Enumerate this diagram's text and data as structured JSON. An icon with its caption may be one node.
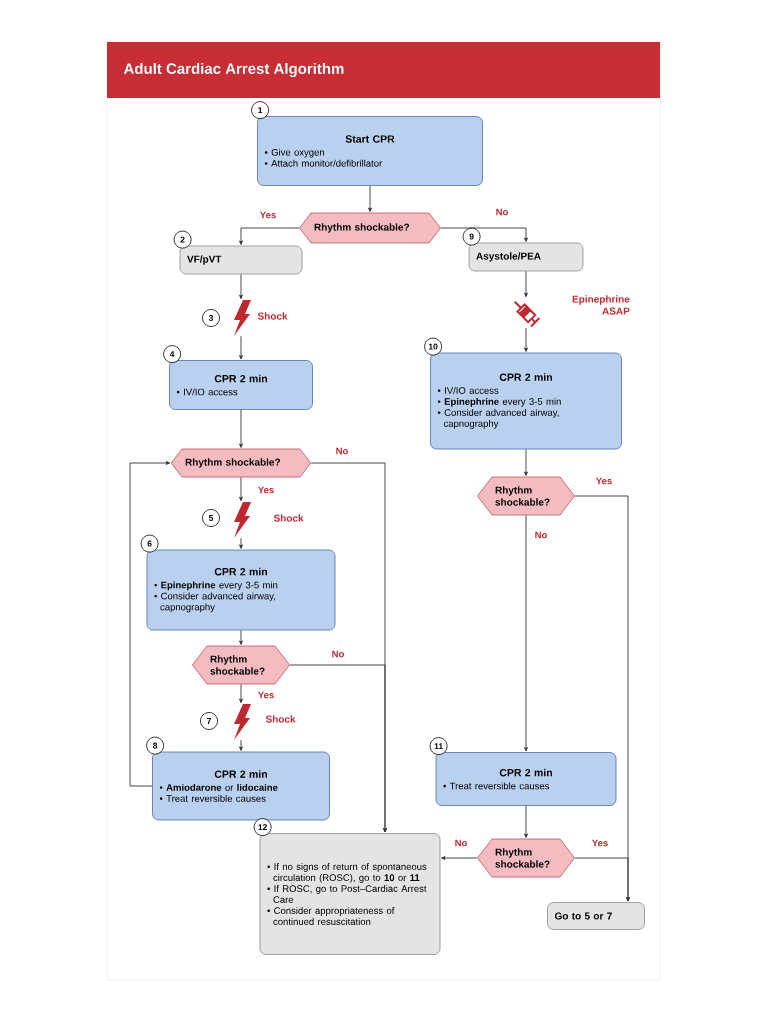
{
  "diagram": {
    "title": "Adult Cardiac Arrest Algorithm",
    "nodes": [
      {
        "text": [
          "Start CPR",
          "• Give oxygen",
          "• Attach monitor/defibrillator"
        ],
        "beside": [
          "1"
        ]
      },
      {
        "text": [
          "Rhythm shockable?"
        ]
      },
      {
        "text": [
          "VF/pVT"
        ],
        "beside": [
          "2"
        ]
      },
      {
        "text": [
          "Asystole/PEA"
        ],
        "beside": [
          "9"
        ]
      },
      {
        "text": [],
        "shape": "lightning",
        "beside": [
          "3",
          "Shock"
        ]
      },
      {
        "text": [],
        "shape": "syringe",
        "beside": [
          "Epinephrine ASAP"
        ]
      },
      {
        "text": [
          "CPR 2 min",
          "• IV/IO access"
        ],
        "beside": [
          "4"
        ]
      },
      {
        "text": [
          "CPR 2 min",
          "• IV/IO access",
          "• **Epinephrine** every 3-5 min",
          "• Consider advanced airway, capnography"
        ],
        "beside": [
          "10"
        ]
      },
      {
        "text": [
          "Rhythm shockable?"
        ]
      },
      {
        "text": [
          "Rhythm shockable?"
        ]
      },
      {
        "text": [],
        "shape": "lightning",
        "beside": [
          "5",
          "Shock"
        ]
      },
      {
        "text": [
          "CPR 2 min",
          "• **Epinephrine** every 3-5 min",
          "• Consider advanced airway, capnography"
        ],
        "beside": [
          "6"
        ]
      },
      {
        "text": [
          "Rhythm shockable?"
        ]
      },
      {
        "text": [],
        "shape": "lightning",
        "beside": [
          "7",
          "Shock"
        ]
      },
      {
        "text": [
          "CPR 2 min",
          "• **Amiodarone** or **lidocaine**",
          "• Treat reversible causes"
        ],
        "beside": [
          "8"
        ]
      },
      {
        "text": [
          "CPR 2 min",
          "• Treat reversible causes"
        ],
        "beside": [
          "11"
        ]
      },
      {
        "text": [
          "• If no signs of return of spontaneous circulation (ROSC), go to **10** or **11**",
          "• If ROSC, go to Post–Cardiac Arrest Care",
          "• Consider appropriateness of continued resuscitation"
        ],
        "beside": [
          "12"
        ]
      },
      {
        "text": [
          "Rhythm shockable?"
        ]
      },
      {
        "text": [
          "Go to **5** or **7**"
        ]
      }
    ],
    "edges": [
      {
        "from": 0,
        "to": 1,
        "arrow": "to"
      },
      {
        "from": 1,
        "to": 2,
        "arrow": "to",
        "label": "Yes"
      },
      {
        "from": 1,
        "to": 3,
        "arrow": "to",
        "label": "No"
      },
      {
        "from": 2,
        "to": 4,
        "arrow": "to"
      },
      {
        "from": 4,
        "to": 6,
        "arrow": "to"
      },
      {
        "from": 3,
        "to": 5,
        "arrow": "to"
      },
      {
        "from": 5,
        "to": 7,
        "arrow": "to"
      },
      {
        "from": 6,
        "to": 8,
        "arrow": "to"
      },
      {
        "from": 8,
        "to": 10,
        "arrow": "to",
        "label": "Yes"
      },
      {
        "from": 8,
        "to": 16,
        "arrow": "to",
        "label": "No"
      },
      {
        "from": 10,
        "to": 11,
        "arrow": "to"
      },
      {
        "from": 11,
        "to": 12,
        "arrow": "to"
      },
      {
        "from": 12,
        "to": 13,
        "arrow": "to",
        "label": "Yes"
      },
      {
        "from": 12,
        "to": 16,
        "arrow": "to",
        "label": "No"
      },
      {
        "from": 13,
        "to": 14,
        "arrow": "to"
      },
      {
        "from": 14,
        "to": 8,
        "arrow": "to"
      },
      {
        "from": 7,
        "to": 9,
        "arrow": "to"
      },
      {
        "from": 9,
        "to": 18,
        "arrow": "to",
        "label": "Yes"
      },
      {
        "from": 9,
        "to": 15,
        "arrow": "to",
        "label": "No"
      },
      {
        "from": 15,
        "to": 17,
        "arrow": "to"
      },
      {
        "from": 17,
        "to": 16,
        "arrow": "to",
        "label": "No"
      },
      {
        "from": 17,
        "to": 18,
        "arrow": "to",
        "label": "Yes"
      }
    ]
  }
}
